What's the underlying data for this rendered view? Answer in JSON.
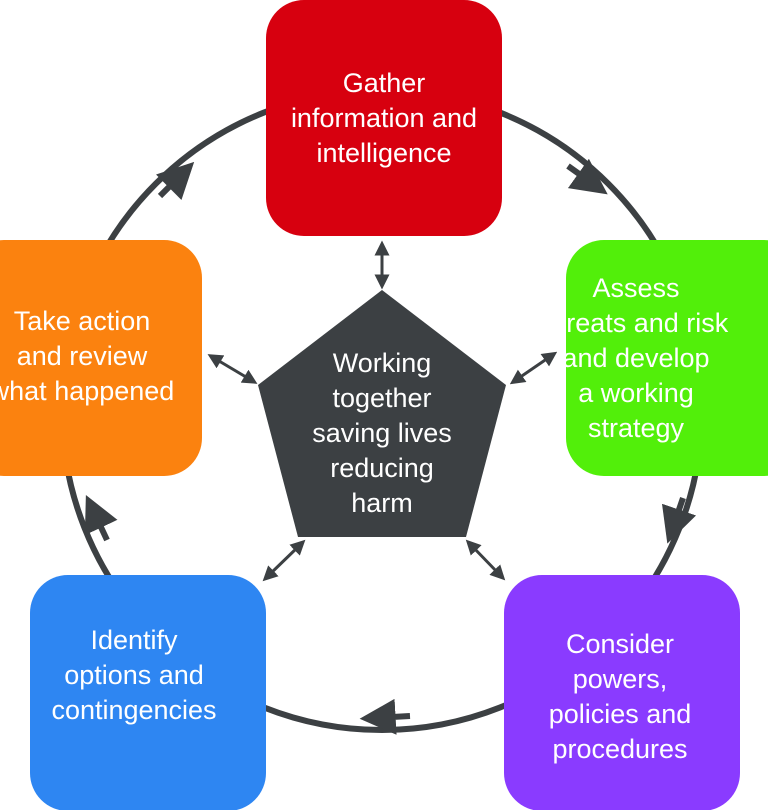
{
  "colors": {
    "gather": "#d7000f",
    "assess": "#52ef0a",
    "consider": "#8a3bff",
    "identify": "#2e86f2",
    "take": "#fb820f",
    "center": "#3c4043",
    "ring": "#3c4043"
  },
  "center": {
    "lines": [
      "Working",
      "together",
      "saving lives",
      "reducing",
      "harm"
    ]
  },
  "steps": {
    "gather": {
      "lines": [
        "Gather",
        "information and",
        "intelligence"
      ]
    },
    "assess": {
      "lines": [
        "Assess",
        "threats and risk",
        "and develop",
        "a working",
        "strategy"
      ]
    },
    "consider": {
      "lines": [
        "Consider",
        "powers,",
        "policies and",
        "procedures"
      ]
    },
    "identify": {
      "lines": [
        "Identify",
        "options and",
        "contingencies"
      ]
    },
    "take": {
      "lines": [
        "Take action",
        "and review",
        "what happened"
      ]
    }
  }
}
